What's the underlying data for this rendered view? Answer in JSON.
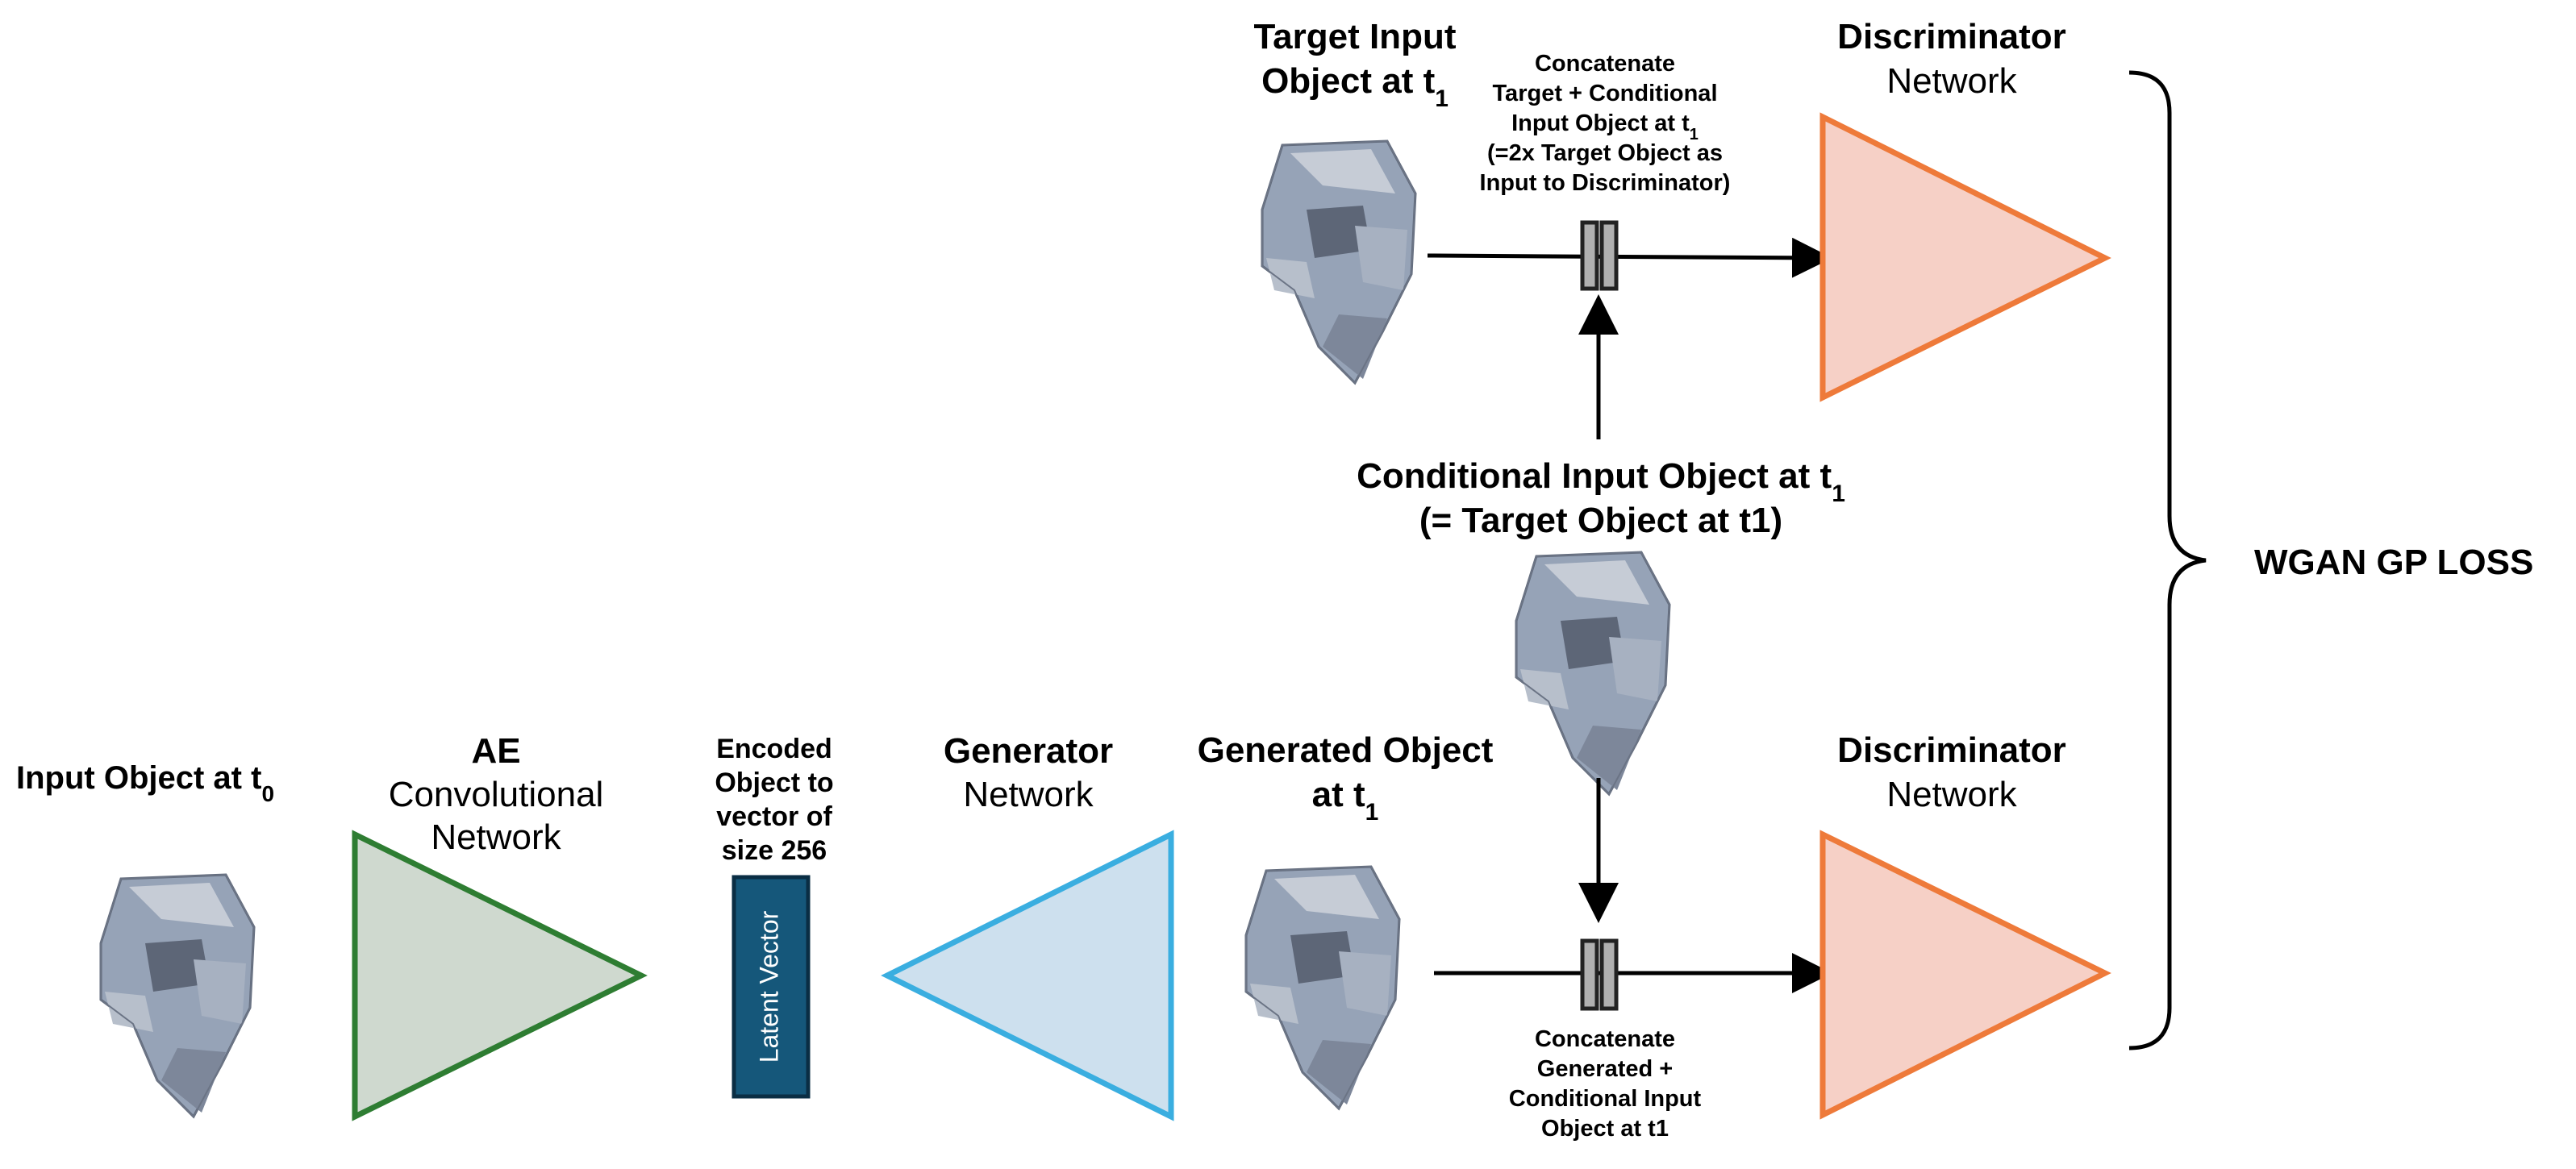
{
  "labels": {
    "input_object": {
      "text": "Input Object at t",
      "sub": "0"
    },
    "ae_title": "AE",
    "ae_sub": "Convolutional",
    "ae_sub2": "Network",
    "encoded_line1": "Encoded",
    "encoded_line2": "Object to",
    "encoded_line3": "vector of",
    "encoded_line4": "size 256",
    "latent_vector": "Latent Vector",
    "generator_title": "Generator",
    "generator_sub": "Network",
    "generated_line1": "Generated Object",
    "generated_line2": {
      "text": "at t",
      "sub": "1"
    },
    "target_line1": "Target Input",
    "target_line2": {
      "text": "Object at t",
      "sub": "1"
    },
    "concat_top_line1": "Concatenate",
    "concat_top_line2": "Target + Conditional",
    "concat_top_line3": {
      "text": "Input Object at t",
      "sub": "1"
    },
    "concat_top_line4": "(=2x Target Object as",
    "concat_top_line5": "Input to Discriminator)",
    "conditional_line1": {
      "text": "Conditional Input Object at t",
      "sub": "1"
    },
    "conditional_line2": "(= Target Object at t1)",
    "concat_bottom_line1": "Concatenate",
    "concat_bottom_line2": "Generated +",
    "concat_bottom_line3": "Conditional Input",
    "concat_bottom_line4": "Object at t1",
    "disc_top_title": "Discriminator",
    "disc_top_sub": "Network",
    "disc_bottom_title": "Discriminator",
    "disc_bottom_sub": "Network",
    "loss": "WGAN GP LOSS"
  },
  "colors": {
    "ae_fill": "#cfd9cf",
    "ae_stroke": "#2e7d32",
    "generator_fill": "#cde0ee",
    "generator_stroke": "#3aaee0",
    "disc_fill": "#f6d0c6",
    "disc_stroke": "#ee7a3a",
    "latent_fill": "#15577a",
    "latent_stroke": "#0a2e44",
    "object_fill": "#96a3b7",
    "object_light": "#c6ccd6",
    "object_dark": "#5d6677",
    "concat_fill": "#b0b0b0",
    "arrow": "#000000"
  }
}
